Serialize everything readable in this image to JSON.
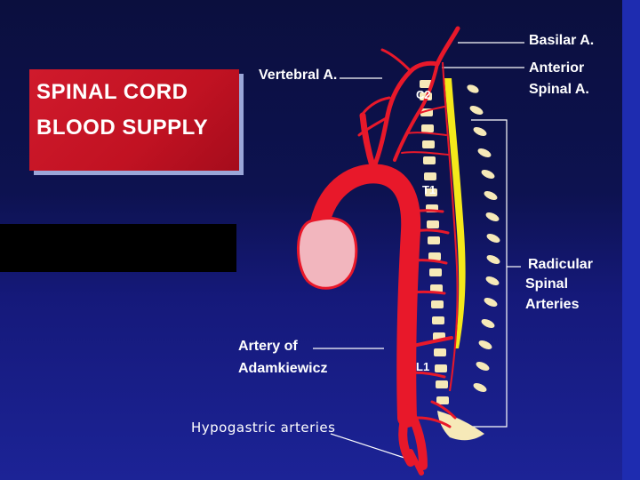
{
  "title": {
    "line1": "SPINAL CORD",
    "line2": "BLOOD SUPPLY"
  },
  "labels": {
    "basilar": "Basilar A.",
    "vertebral": "Vertebral A.",
    "anterior_1": "Anterior",
    "anterior_2": "Spinal A.",
    "radicular_1": "Radicular",
    "radicular_2": "Spinal",
    "radicular_3": "Arteries",
    "adamkiewicz_1": "Artery of",
    "adamkiewicz_2": "Adamkiewicz",
    "level_c2": "C2",
    "level_t1": "T1",
    "level_l1": "L1"
  },
  "caption": "Hypogastric arteries",
  "colors": {
    "artery": "#e8182a",
    "spinal_cord": "#f4e81a",
    "vertebra": "#f6e9b8",
    "heart": "#f2b6be",
    "title_card": "#c81426"
  }
}
